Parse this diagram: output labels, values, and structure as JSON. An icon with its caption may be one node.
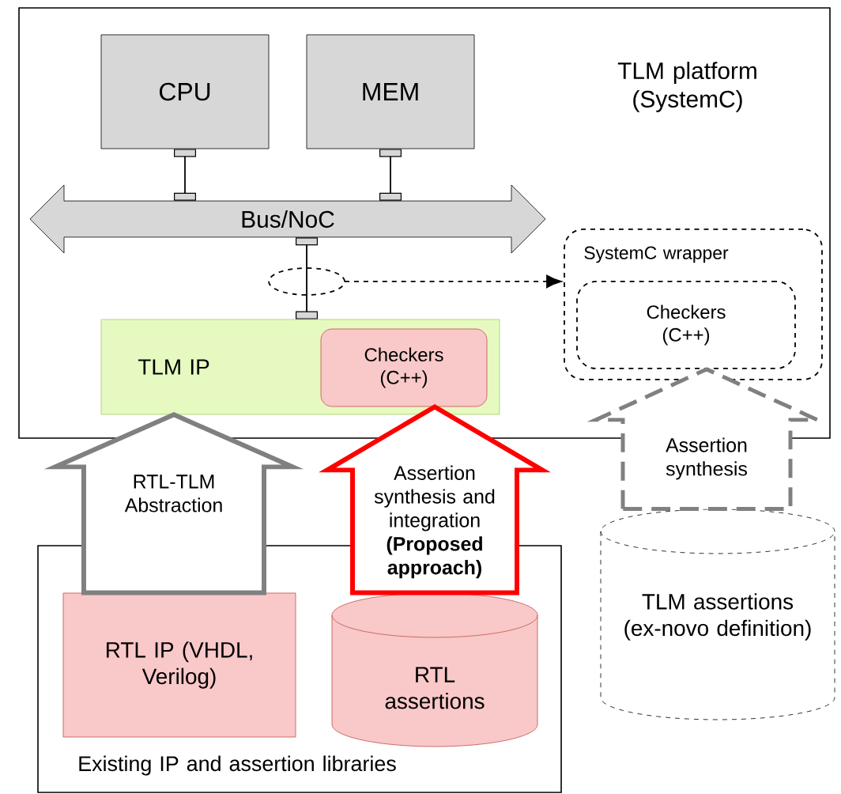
{
  "diagram": {
    "nodes": [
      {
        "text": [
          "TLM platform (SystemC)"
        ]
      },
      {
        "text": [
          "CPU"
        ],
        "in": 0
      },
      {
        "text": [
          "MEM"
        ],
        "in": 0
      },
      {
        "text": [
          "Bus/NoC"
        ],
        "in": 0
      },
      {
        "text": [
          "TLM IP"
        ],
        "in": 0
      },
      {
        "text": [
          "Checkers (C++)"
        ],
        "in": 4
      },
      {
        "text": [
          "SystemC wrapper"
        ],
        "in": 0
      },
      {
        "text": [
          "Checkers (C++)"
        ],
        "in": 6
      },
      {
        "text": [
          "Existing IP and assertion libraries"
        ]
      },
      {
        "text": [
          "RTL IP (VHDL, Verilog)"
        ],
        "in": 8
      },
      {
        "text": [
          "RTL assertions"
        ],
        "in": 8
      },
      {
        "text": [
          "TLM assertions (ex-novo definition)"
        ]
      }
    ],
    "edges": [
      {
        "from": 1,
        "to": 3,
        "arrow": "other"
      },
      {
        "from": 2,
        "to": 3,
        "arrow": "other"
      },
      {
        "from": 3,
        "to": 4,
        "arrow": "other"
      },
      {
        "from": null,
        "to": 6,
        "arrow": "to",
        "style": "dashed"
      },
      {
        "from": 9,
        "to": 4,
        "arrow": "to",
        "label": "RTL-TLM Abstraction",
        "style": "thick",
        "color": "#808080"
      },
      {
        "from": 10,
        "to": 5,
        "arrow": "to",
        "label": "Assertion synthesis and integration **(Proposed approach)**",
        "style": "thick",
        "color": "#ff0000"
      },
      {
        "from": 11,
        "to": 7,
        "arrow": "to",
        "label": "Assertion synthesis",
        "style": "dashed",
        "color": "#808080"
      }
    ]
  }
}
